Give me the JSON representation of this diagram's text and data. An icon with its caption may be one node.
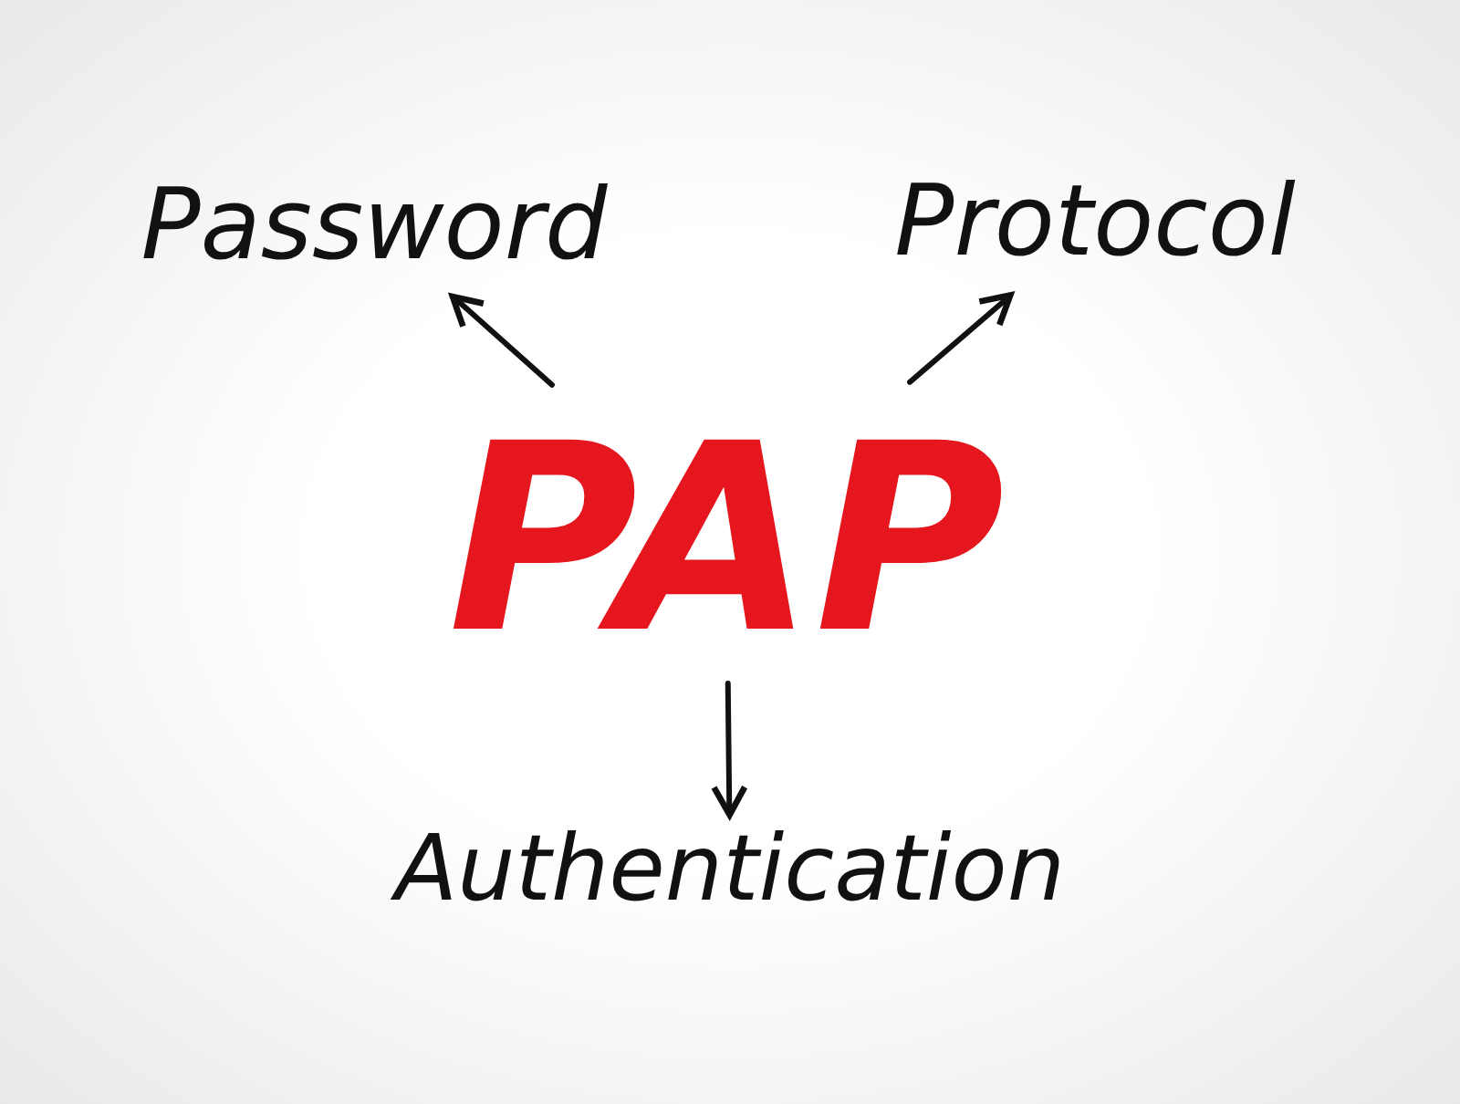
{
  "diagram": {
    "nodes": [
      {
        "text": [
          "PAP"
        ]
      },
      {
        "text": [
          "Password"
        ]
      },
      {
        "text": [
          "Protocol"
        ]
      },
      {
        "text": [
          "Authentication"
        ]
      }
    ],
    "edges": [
      {
        "from": 0,
        "to": 1,
        "arrow": "to"
      },
      {
        "from": 0,
        "to": 2,
        "arrow": "to"
      },
      {
        "from": 0,
        "to": 3,
        "arrow": "to"
      }
    ]
  }
}
